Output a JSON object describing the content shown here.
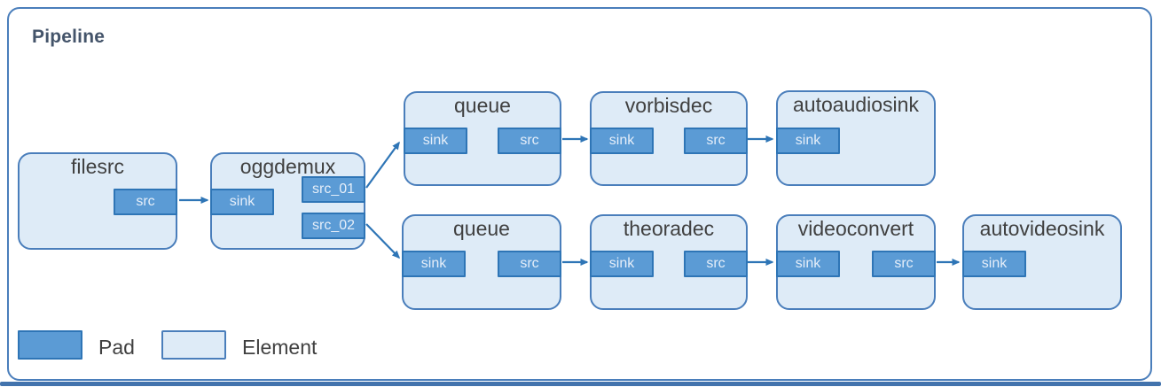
{
  "title": "Pipeline",
  "colors": {
    "pad_fill": "#5B9BD5",
    "pad_border": "#2E75B6",
    "pad_text": "#E5EEF9",
    "element_fill": "#DEEBF7",
    "element_border": "#4A7EBB",
    "frame_border": "#4A7EBB",
    "frame_edge": "#4273AD",
    "arrow": "#2E75B6",
    "title_color": "#44546A",
    "label_color": "#404040"
  },
  "elements": [
    {
      "id": "filesrc",
      "title": "filesrc",
      "pads": [
        {
          "label": "src",
          "side": "right"
        }
      ]
    },
    {
      "id": "oggdemux",
      "title": "oggdemux",
      "pads": [
        {
          "label": "sink",
          "side": "left"
        },
        {
          "label": "src_01",
          "side": "right"
        },
        {
          "label": "src_02",
          "side": "right"
        }
      ]
    },
    {
      "id": "queue_audio",
      "title": "queue",
      "pads": [
        {
          "label": "sink",
          "side": "left"
        },
        {
          "label": "src",
          "side": "right"
        }
      ]
    },
    {
      "id": "vorbisdec",
      "title": "vorbisdec",
      "pads": [
        {
          "label": "sink",
          "side": "left"
        },
        {
          "label": "src",
          "side": "right"
        }
      ]
    },
    {
      "id": "autoaudiosink",
      "title": "autoaudiosink",
      "pads": [
        {
          "label": "sink",
          "side": "left"
        }
      ]
    },
    {
      "id": "queue_video",
      "title": "queue",
      "pads": [
        {
          "label": "sink",
          "side": "left"
        },
        {
          "label": "src",
          "side": "right"
        }
      ]
    },
    {
      "id": "theoradec",
      "title": "theoradec",
      "pads": [
        {
          "label": "sink",
          "side": "left"
        },
        {
          "label": "src",
          "side": "right"
        }
      ]
    },
    {
      "id": "videoconvert",
      "title": "videoconvert",
      "pads": [
        {
          "label": "sink",
          "side": "left"
        },
        {
          "label": "src",
          "side": "right"
        }
      ]
    },
    {
      "id": "autovideosink",
      "title": "autovideosink",
      "pads": [
        {
          "label": "sink",
          "side": "left"
        }
      ]
    }
  ],
  "connections": [
    {
      "from": "filesrc.src",
      "to": "oggdemux.sink"
    },
    {
      "from": "oggdemux.src_01",
      "to": "queue_audio.sink"
    },
    {
      "from": "oggdemux.src_02",
      "to": "queue_video.sink"
    },
    {
      "from": "queue_audio.src",
      "to": "vorbisdec.sink"
    },
    {
      "from": "vorbisdec.src",
      "to": "autoaudiosink.sink"
    },
    {
      "from": "queue_video.src",
      "to": "theoradec.sink"
    },
    {
      "from": "theoradec.src",
      "to": "videoconvert.sink"
    },
    {
      "from": "videoconvert.src",
      "to": "autovideosink.sink"
    }
  ],
  "legend": {
    "pad_label": "Pad",
    "element_label": "Element"
  }
}
